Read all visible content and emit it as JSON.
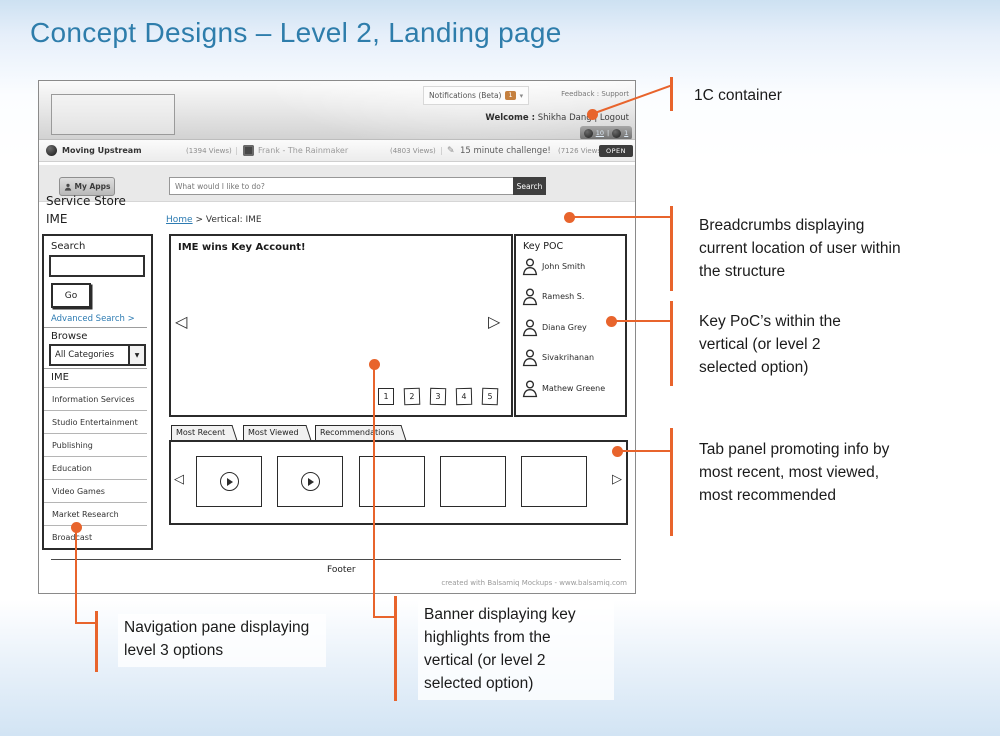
{
  "slide": {
    "title": "Concept Designs – Level 2, Landing page"
  },
  "wireframe": {
    "header": {
      "notifications": {
        "label": "Notifications (Beta)",
        "badge": "1"
      },
      "feedback": "Feedback",
      "support": "Support",
      "welcome_prefix": "Welcome :",
      "username": "Shikha Dang",
      "logout": "Logout",
      "counts": {
        "first": "10",
        "second": "1"
      }
    },
    "ticker": {
      "item1": {
        "title": "Moving Upstream",
        "views": "(1394 Views)"
      },
      "item2": {
        "title": "Frank - The Rainmaker",
        "views": "(4803 Views)"
      },
      "item3": {
        "title": "15 minute challenge!",
        "views": "(7126 Views)",
        "action": "OPEN"
      }
    },
    "search_bar": {
      "my_apps": "My Apps",
      "placeholder": "What would I like to do?",
      "button": "Search"
    },
    "store_heading": {
      "line1": "Service Store",
      "line2": "IME"
    },
    "breadcrumbs": {
      "home": "Home",
      "separator": ">",
      "current": "Vertical: IME"
    },
    "sidebar": {
      "search_label": "Search",
      "go": "Go",
      "advanced": "Advanced Search >",
      "browse_label": "Browse",
      "category": "All Categories",
      "section": "IME",
      "items": [
        "Information Services",
        "Studio Entertainment",
        "Publishing",
        "Education",
        "Video Games",
        "Market Research",
        "Broadcast"
      ]
    },
    "banner": {
      "headline": "IME wins Key Account!",
      "pages": [
        "1",
        "2",
        "3",
        "4",
        "5"
      ]
    },
    "key_poc": {
      "title": "Key POC",
      "people": [
        "John Smith",
        "Ramesh S.",
        "Diana Grey",
        "Sivakrihanan",
        "Mathew Greene"
      ]
    },
    "tabs": [
      "Most Recent",
      "Most Viewed",
      "Recommendations"
    ],
    "footer": {
      "label": "Footer",
      "credit": "created with Balsamiq Mockups - www.balsamiq.com"
    }
  },
  "annotations": {
    "container": "1C container",
    "breadcrumbs": "Breadcrumbs displaying current location of user within the structure",
    "key_poc": "Key PoC’s within the vertical (or level 2 selected option)",
    "tab_panel": "Tab panel promoting info by most recent, most viewed, most recommended",
    "nav_pane": "Navigation pane displaying level 3 options",
    "banner": "Banner displaying key highlights from the vertical (or level 2 selected option)"
  },
  "icons": {
    "chevron_down": "▾",
    "caret_down": "▼",
    "arrow_left": "◁",
    "arrow_right": "▷",
    "pencil": "✎"
  },
  "seps": {
    "colon": ":",
    "pipe": "|"
  },
  "colors": {
    "accent": "#E8642C",
    "title": "#2E7DAB",
    "link": "#2D7BB2"
  }
}
